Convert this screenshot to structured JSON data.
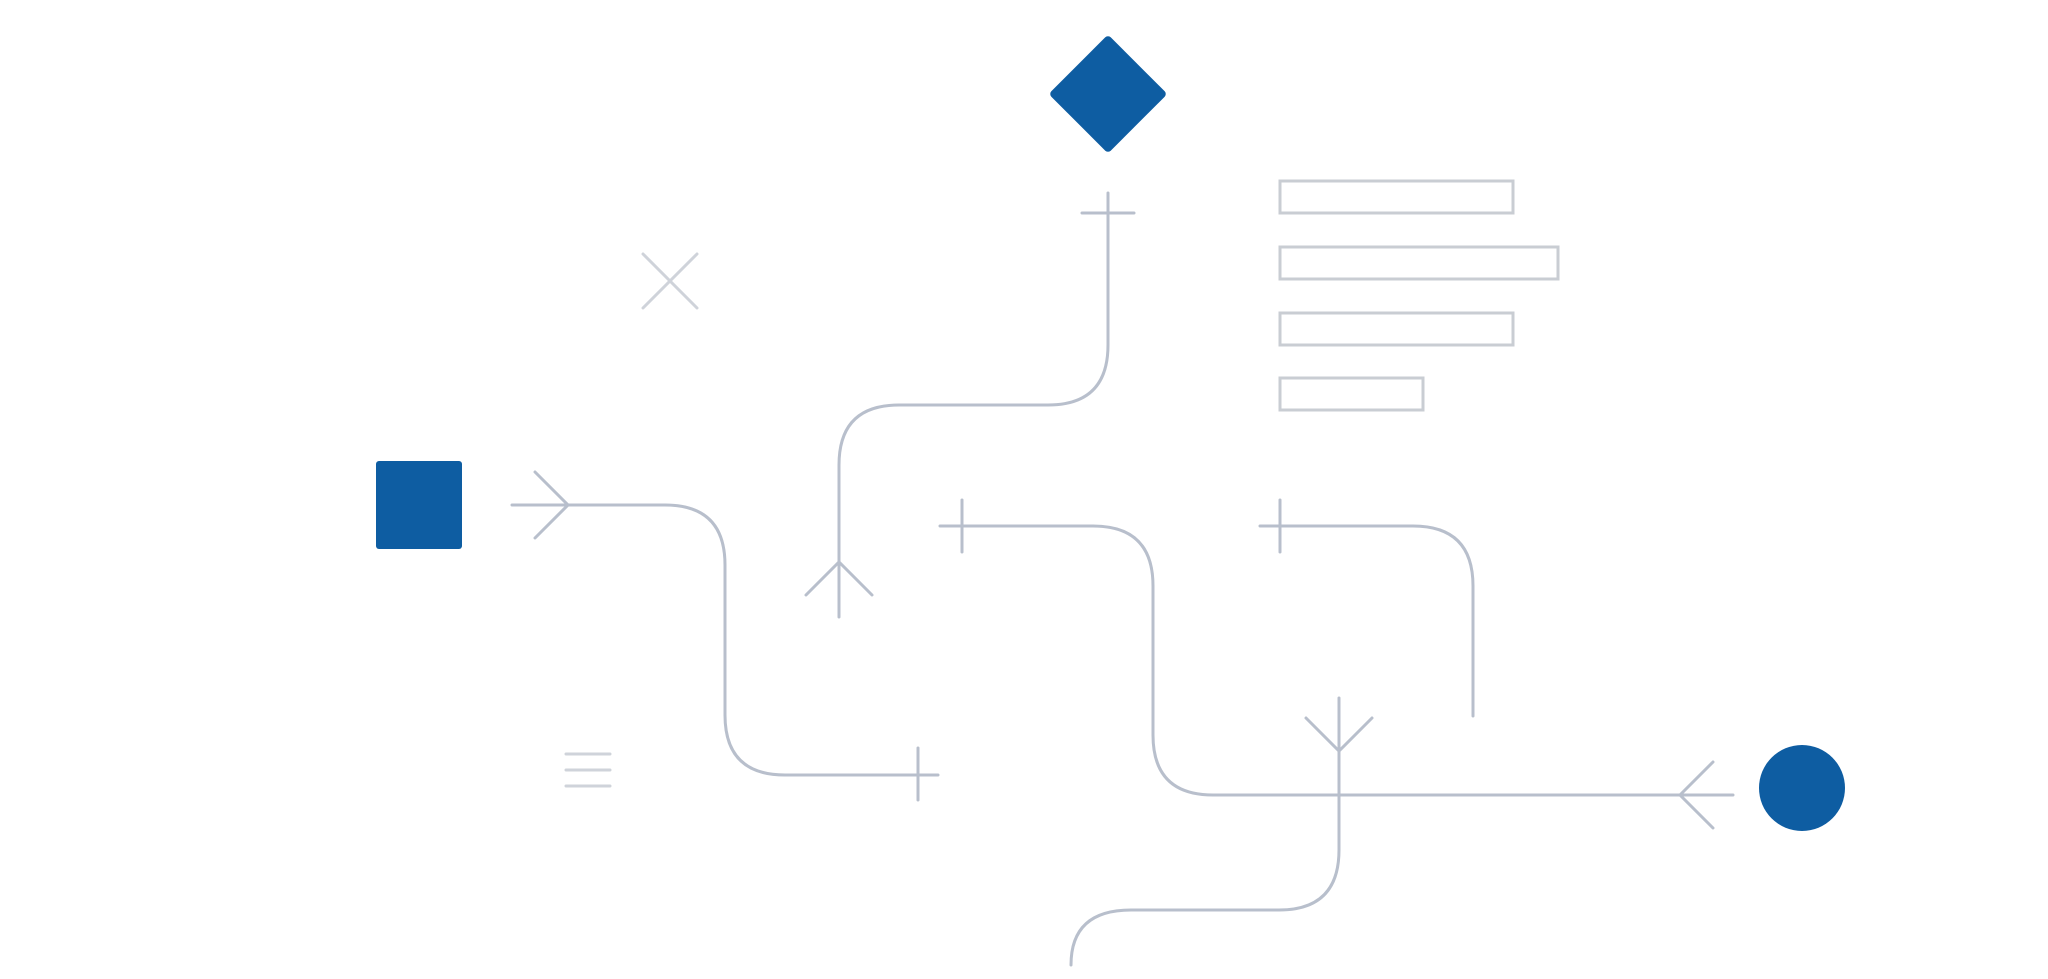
{
  "palette": {
    "accent": "#0e5da2",
    "connector": "#b8bfcc",
    "connector_light": "#cfd3da",
    "bar_stroke": "#c9cdd3",
    "background": "#ffffff"
  },
  "diagram": {
    "nodes": [
      {
        "id": "square-node",
        "shape": "square",
        "icon": "square-node-icon"
      },
      {
        "id": "diamond-node",
        "shape": "diamond",
        "icon": "diamond-node-icon"
      },
      {
        "id": "circle-node",
        "shape": "circle",
        "icon": "circle-node-icon"
      }
    ],
    "decorations": [
      {
        "id": "close-glyph",
        "icon": "close-icon"
      },
      {
        "id": "menu-glyph",
        "icon": "menu-icon"
      },
      {
        "id": "text-lines",
        "icon": "text-lines-icon",
        "line_count": 4
      }
    ],
    "connector_ends": [
      "arrow",
      "bar"
    ]
  }
}
